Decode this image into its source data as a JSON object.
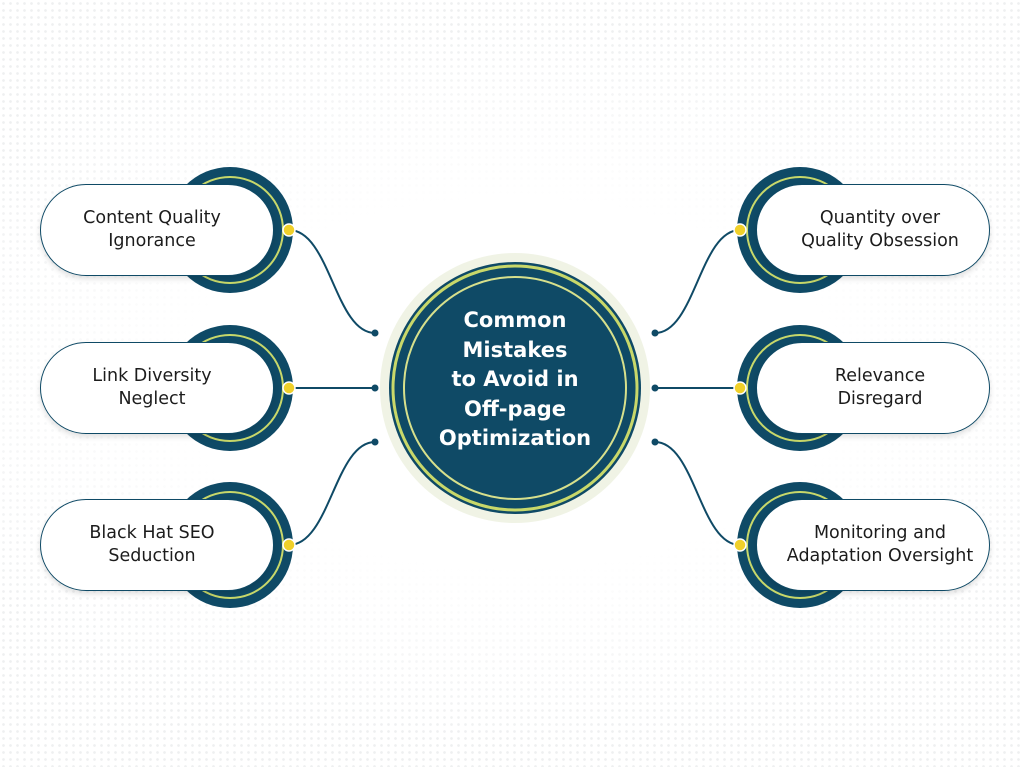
{
  "center": {
    "lines": [
      "Common",
      "Mistakes",
      "to Avoid in",
      "Off-page",
      "Optimization"
    ]
  },
  "nodes": {
    "left": [
      {
        "lines": [
          "Content Quality",
          "Ignorance"
        ]
      },
      {
        "lines": [
          "Link Diversity",
          "Neglect"
        ]
      },
      {
        "lines": [
          "Black Hat SEO",
          "Seduction"
        ]
      }
    ],
    "right": [
      {
        "lines": [
          "Quantity over",
          "Quality Obsession"
        ]
      },
      {
        "lines": [
          "Relevance",
          "Disregard"
        ]
      },
      {
        "lines": [
          "Monitoring and",
          "Adaptation Oversight"
        ]
      }
    ]
  },
  "colors": {
    "primary": "#0f4a66",
    "accent": "#f0d02a",
    "highlight": "#c8d86a",
    "text": "#1c1c1c"
  }
}
